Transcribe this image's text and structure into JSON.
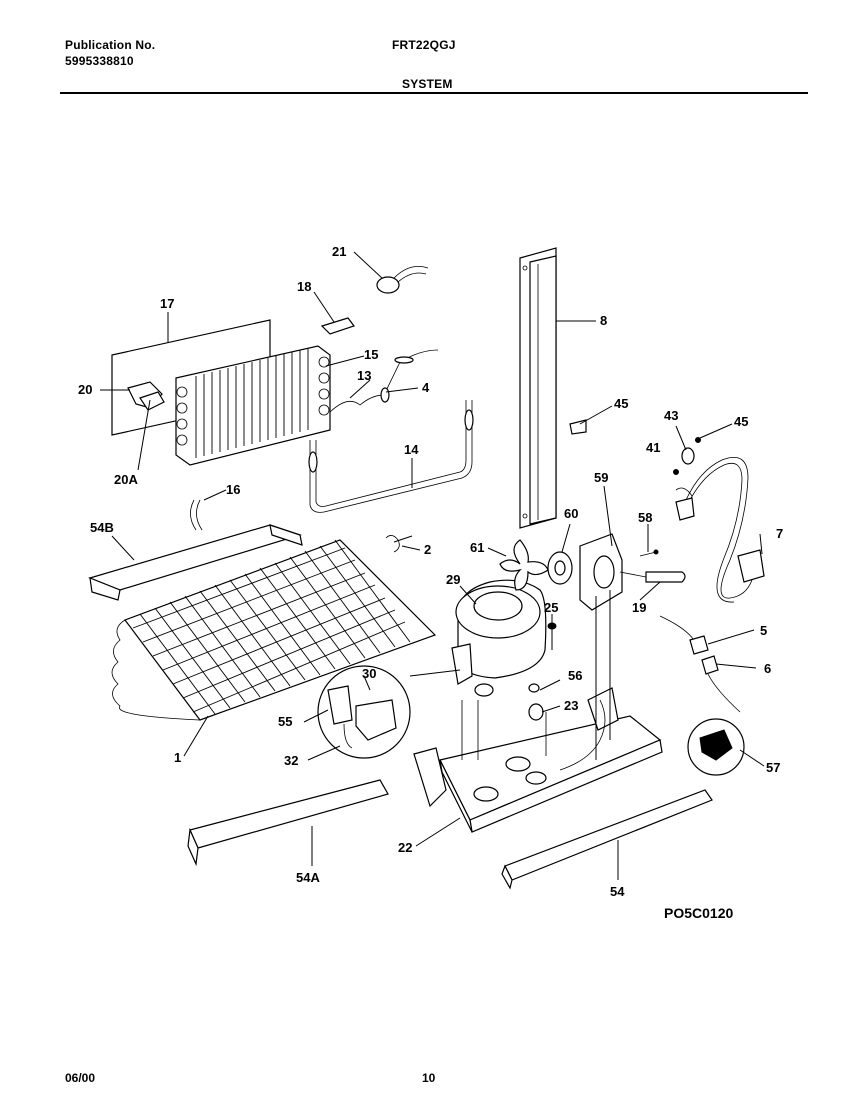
{
  "header": {
    "publication_label": "Publication No.",
    "publication_number": "5995338810",
    "model": "FRT22QGJ",
    "section": "SYSTEM"
  },
  "footer": {
    "date": "06/00",
    "page": "10"
  },
  "diagram": {
    "figure_code": "PO5C0120",
    "callouts": {
      "c1": "1",
      "c2": "2",
      "c4": "4",
      "c5": "5",
      "c6": "6",
      "c7": "7",
      "c8": "8",
      "c13": "13",
      "c14": "14",
      "c15": "15",
      "c16": "16",
      "c17": "17",
      "c18": "18",
      "c19": "19",
      "c20": "20",
      "c20a": "20A",
      "c21": "21",
      "c22": "22",
      "c23": "23",
      "c25": "25",
      "c29": "29",
      "c30": "30",
      "c32": "32",
      "c41": "41",
      "c43": "43",
      "c45a": "45",
      "c45b": "45",
      "c54": "54",
      "c54a": "54A",
      "c54b": "54B",
      "c55": "55",
      "c56": "56",
      "c57": "57",
      "c58": "58",
      "c59": "59",
      "c60": "60",
      "c61": "61"
    }
  }
}
